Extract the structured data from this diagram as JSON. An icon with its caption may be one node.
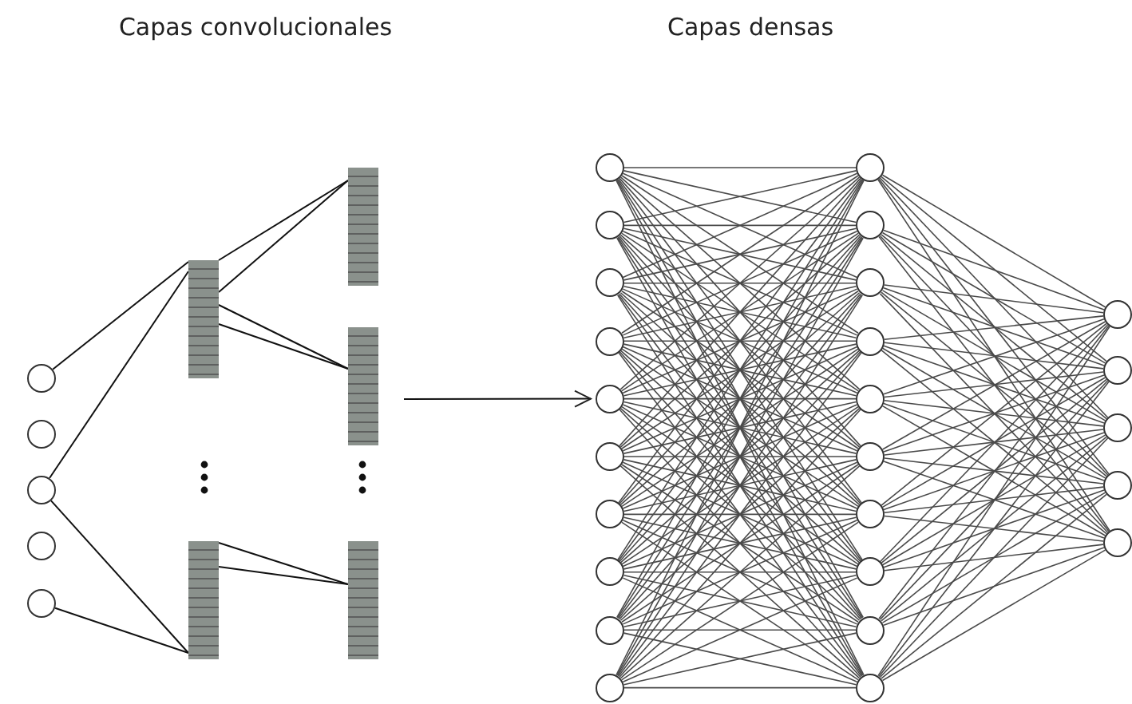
{
  "diagram": {
    "nodes": [
      {
        "text": [],
        "shape": "circle"
      },
      {
        "text": [],
        "shape": "circle"
      },
      {
        "text": [],
        "shape": "circle"
      },
      {
        "text": [],
        "shape": "circle"
      },
      {
        "text": [],
        "shape": "circle"
      },
      {
        "text": [],
        "shape": "bar"
      },
      {
        "text": [],
        "shape": "bar"
      },
      {
        "text": [],
        "shape": "bar"
      },
      {
        "text": [],
        "shape": "bar"
      },
      {
        "text": [],
        "shape": "bar"
      },
      {
        "text": [],
        "shape": "circle"
      },
      {
        "text": [],
        "shape": "circle"
      },
      {
        "text": [],
        "shape": "circle"
      },
      {
        "text": [],
        "shape": "circle"
      },
      {
        "text": [],
        "shape": "circle"
      },
      {
        "text": [],
        "shape": "circle"
      },
      {
        "text": [],
        "shape": "circle"
      },
      {
        "text": [],
        "shape": "circle"
      },
      {
        "text": [],
        "shape": "circle"
      },
      {
        "text": [],
        "shape": "circle"
      },
      {
        "text": [],
        "shape": "circle"
      },
      {
        "text": [],
        "shape": "circle"
      },
      {
        "text": [],
        "shape": "circle"
      },
      {
        "text": [],
        "shape": "circle"
      },
      {
        "text": [],
        "shape": "circle"
      },
      {
        "text": [],
        "shape": "circle"
      },
      {
        "text": [],
        "shape": "circle"
      },
      {
        "text": [],
        "shape": "circle"
      },
      {
        "text": [],
        "shape": "circle"
      },
      {
        "text": [],
        "shape": "circle"
      },
      {
        "text": [],
        "shape": "circle"
      },
      {
        "text": [],
        "shape": "circle"
      },
      {
        "text": [],
        "shape": "circle"
      },
      {
        "text": [],
        "shape": "circle"
      },
      {
        "text": [],
        "shape": "circle"
      }
    ],
    "edges": [
      {
        "from": 0,
        "to": 5,
        "arrow": "none"
      },
      {
        "from": 2,
        "to": 5,
        "arrow": "none"
      },
      {
        "from": 2,
        "to": 6,
        "arrow": "none"
      },
      {
        "from": 4,
        "to": 6,
        "arrow": "none"
      },
      {
        "from": 5,
        "to": 7,
        "arrow": "none"
      },
      {
        "from": 5,
        "to": 7,
        "arrow": "none"
      },
      {
        "from": 5,
        "to": 8,
        "arrow": "none"
      },
      {
        "from": 5,
        "to": 8,
        "arrow": "none"
      },
      {
        "from": 6,
        "to": 9,
        "arrow": "none"
      },
      {
        "from": 6,
        "to": 9,
        "arrow": "none"
      },
      {
        "from": 10,
        "to": 20,
        "arrow": "none"
      },
      {
        "from": 10,
        "to": 21,
        "arrow": "none"
      },
      {
        "from": 10,
        "to": 22,
        "arrow": "none"
      },
      {
        "from": 10,
        "to": 23,
        "arrow": "none"
      },
      {
        "from": 10,
        "to": 24,
        "arrow": "none"
      },
      {
        "from": 10,
        "to": 25,
        "arrow": "none"
      },
      {
        "from": 10,
        "to": 26,
        "arrow": "none"
      },
      {
        "from": 10,
        "to": 27,
        "arrow": "none"
      },
      {
        "from": 10,
        "to": 28,
        "arrow": "none"
      },
      {
        "from": 10,
        "to": 29,
        "arrow": "none"
      },
      {
        "from": 11,
        "to": 20,
        "arrow": "none"
      },
      {
        "from": 11,
        "to": 21,
        "arrow": "none"
      },
      {
        "from": 11,
        "to": 22,
        "arrow": "none"
      },
      {
        "from": 11,
        "to": 23,
        "arrow": "none"
      },
      {
        "from": 11,
        "to": 24,
        "arrow": "none"
      },
      {
        "from": 11,
        "to": 25,
        "arrow": "none"
      },
      {
        "from": 11,
        "to": 26,
        "arrow": "none"
      },
      {
        "from": 11,
        "to": 27,
        "arrow": "none"
      },
      {
        "from": 11,
        "to": 28,
        "arrow": "none"
      },
      {
        "from": 11,
        "to": 29,
        "arrow": "none"
      },
      {
        "from": 12,
        "to": 20,
        "arrow": "none"
      },
      {
        "from": 12,
        "to": 21,
        "arrow": "none"
      },
      {
        "from": 12,
        "to": 22,
        "arrow": "none"
      },
      {
        "from": 12,
        "to": 23,
        "arrow": "none"
      },
      {
        "from": 12,
        "to": 24,
        "arrow": "none"
      },
      {
        "from": 12,
        "to": 25,
        "arrow": "none"
      },
      {
        "from": 12,
        "to": 26,
        "arrow": "none"
      },
      {
        "from": 12,
        "to": 27,
        "arrow": "none"
      },
      {
        "from": 12,
        "to": 28,
        "arrow": "none"
      },
      {
        "from": 12,
        "to": 29,
        "arrow": "none"
      },
      {
        "from": 13,
        "to": 20,
        "arrow": "none"
      },
      {
        "from": 13,
        "to": 21,
        "arrow": "none"
      },
      {
        "from": 13,
        "to": 22,
        "arrow": "none"
      },
      {
        "from": 13,
        "to": 23,
        "arrow": "none"
      },
      {
        "from": 13,
        "to": 24,
        "arrow": "none"
      },
      {
        "from": 13,
        "to": 25,
        "arrow": "none"
      },
      {
        "from": 13,
        "to": 26,
        "arrow": "none"
      },
      {
        "from": 13,
        "to": 27,
        "arrow": "none"
      },
      {
        "from": 13,
        "to": 28,
        "arrow": "none"
      },
      {
        "from": 13,
        "to": 29,
        "arrow": "none"
      },
      {
        "from": 14,
        "to": 20,
        "arrow": "none"
      },
      {
        "from": 14,
        "to": 21,
        "arrow": "none"
      },
      {
        "from": 14,
        "to": 22,
        "arrow": "none"
      },
      {
        "from": 14,
        "to": 23,
        "arrow": "none"
      },
      {
        "from": 14,
        "to": 24,
        "arrow": "none"
      },
      {
        "from": 14,
        "to": 25,
        "arrow": "none"
      },
      {
        "from": 14,
        "to": 26,
        "arrow": "none"
      },
      {
        "from": 14,
        "to": 27,
        "arrow": "none"
      },
      {
        "from": 14,
        "to": 28,
        "arrow": "none"
      },
      {
        "from": 14,
        "to": 29,
        "arrow": "none"
      },
      {
        "from": 15,
        "to": 20,
        "arrow": "none"
      },
      {
        "from": 15,
        "to": 21,
        "arrow": "none"
      },
      {
        "from": 15,
        "to": 22,
        "arrow": "none"
      },
      {
        "from": 15,
        "to": 23,
        "arrow": "none"
      },
      {
        "from": 15,
        "to": 24,
        "arrow": "none"
      },
      {
        "from": 15,
        "to": 25,
        "arrow": "none"
      },
      {
        "from": 15,
        "to": 26,
        "arrow": "none"
      },
      {
        "from": 15,
        "to": 27,
        "arrow": "none"
      },
      {
        "from": 15,
        "to": 28,
        "arrow": "none"
      },
      {
        "from": 15,
        "to": 29,
        "arrow": "none"
      },
      {
        "from": 16,
        "to": 20,
        "arrow": "none"
      },
      {
        "from": 16,
        "to": 21,
        "arrow": "none"
      },
      {
        "from": 16,
        "to": 22,
        "arrow": "none"
      },
      {
        "from": 16,
        "to": 23,
        "arrow": "none"
      },
      {
        "from": 16,
        "to": 24,
        "arrow": "none"
      },
      {
        "from": 16,
        "to": 25,
        "arrow": "none"
      },
      {
        "from": 16,
        "to": 26,
        "arrow": "none"
      },
      {
        "from": 16,
        "to": 27,
        "arrow": "none"
      },
      {
        "from": 16,
        "to": 28,
        "arrow": "none"
      },
      {
        "from": 16,
        "to": 29,
        "arrow": "none"
      },
      {
        "from": 17,
        "to": 20,
        "arrow": "none"
      },
      {
        "from": 17,
        "to": 21,
        "arrow": "none"
      },
      {
        "from": 17,
        "to": 22,
        "arrow": "none"
      },
      {
        "from": 17,
        "to": 23,
        "arrow": "none"
      },
      {
        "from": 17,
        "to": 24,
        "arrow": "none"
      },
      {
        "from": 17,
        "to": 25,
        "arrow": "none"
      },
      {
        "from": 17,
        "to": 26,
        "arrow": "none"
      },
      {
        "from": 17,
        "to": 27,
        "arrow": "none"
      },
      {
        "from": 17,
        "to": 28,
        "arrow": "none"
      },
      {
        "from": 17,
        "to": 29,
        "arrow": "none"
      },
      {
        "from": 18,
        "to": 20,
        "arrow": "none"
      },
      {
        "from": 18,
        "to": 21,
        "arrow": "none"
      },
      {
        "from": 18,
        "to": 22,
        "arrow": "none"
      },
      {
        "from": 18,
        "to": 23,
        "arrow": "none"
      },
      {
        "from": 18,
        "to": 24,
        "arrow": "none"
      },
      {
        "from": 18,
        "to": 25,
        "arrow": "none"
      },
      {
        "from": 18,
        "to": 26,
        "arrow": "none"
      },
      {
        "from": 18,
        "to": 27,
        "arrow": "none"
      },
      {
        "from": 18,
        "to": 28,
        "arrow": "none"
      },
      {
        "from": 18,
        "to": 29,
        "arrow": "none"
      },
      {
        "from": 19,
        "to": 20,
        "arrow": "none"
      },
      {
        "from": 19,
        "to": 21,
        "arrow": "none"
      },
      {
        "from": 19,
        "to": 22,
        "arrow": "none"
      },
      {
        "from": 19,
        "to": 23,
        "arrow": "none"
      },
      {
        "from": 19,
        "to": 24,
        "arrow": "none"
      },
      {
        "from": 19,
        "to": 25,
        "arrow": "none"
      },
      {
        "from": 19,
        "to": 26,
        "arrow": "none"
      },
      {
        "from": 19,
        "to": 27,
        "arrow": "none"
      },
      {
        "from": 19,
        "to": 28,
        "arrow": "none"
      },
      {
        "from": 19,
        "to": 29,
        "arrow": "none"
      },
      {
        "from": 20,
        "to": 30,
        "arrow": "none"
      },
      {
        "from": 20,
        "to": 31,
        "arrow": "none"
      },
      {
        "from": 20,
        "to": 32,
        "arrow": "none"
      },
      {
        "from": 20,
        "to": 33,
        "arrow": "none"
      },
      {
        "from": 20,
        "to": 34,
        "arrow": "none"
      },
      {
        "from": 21,
        "to": 30,
        "arrow": "none"
      },
      {
        "from": 21,
        "to": 31,
        "arrow": "none"
      },
      {
        "from": 21,
        "to": 32,
        "arrow": "none"
      },
      {
        "from": 21,
        "to": 33,
        "arrow": "none"
      },
      {
        "from": 21,
        "to": 34,
        "arrow": "none"
      },
      {
        "from": 22,
        "to": 30,
        "arrow": "none"
      },
      {
        "from": 22,
        "to": 31,
        "arrow": "none"
      },
      {
        "from": 22,
        "to": 32,
        "arrow": "none"
      },
      {
        "from": 22,
        "to": 33,
        "arrow": "none"
      },
      {
        "from": 22,
        "to": 34,
        "arrow": "none"
      },
      {
        "from": 23,
        "to": 30,
        "arrow": "none"
      },
      {
        "from": 23,
        "to": 31,
        "arrow": "none"
      },
      {
        "from": 23,
        "to": 32,
        "arrow": "none"
      },
      {
        "from": 23,
        "to": 33,
        "arrow": "none"
      },
      {
        "from": 23,
        "to": 34,
        "arrow": "none"
      },
      {
        "from": 24,
        "to": 30,
        "arrow": "none"
      },
      {
        "from": 24,
        "to": 31,
        "arrow": "none"
      },
      {
        "from": 24,
        "to": 32,
        "arrow": "none"
      },
      {
        "from": 24,
        "to": 33,
        "arrow": "none"
      },
      {
        "from": 24,
        "to": 34,
        "arrow": "none"
      },
      {
        "from": 25,
        "to": 30,
        "arrow": "none"
      },
      {
        "from": 25,
        "to": 31,
        "arrow": "none"
      },
      {
        "from": 25,
        "to": 32,
        "arrow": "none"
      },
      {
        "from": 25,
        "to": 33,
        "arrow": "none"
      },
      {
        "from": 25,
        "to": 34,
        "arrow": "none"
      },
      {
        "from": 26,
        "to": 30,
        "arrow": "none"
      },
      {
        "from": 26,
        "to": 31,
        "arrow": "none"
      },
      {
        "from": 26,
        "to": 32,
        "arrow": "none"
      },
      {
        "from": 26,
        "to": 33,
        "arrow": "none"
      },
      {
        "from": 26,
        "to": 34,
        "arrow": "none"
      },
      {
        "from": 27,
        "to": 30,
        "arrow": "none"
      },
      {
        "from": 27,
        "to": 31,
        "arrow": "none"
      },
      {
        "from": 27,
        "to": 32,
        "arrow": "none"
      },
      {
        "from": 27,
        "to": 33,
        "arrow": "none"
      },
      {
        "from": 27,
        "to": 34,
        "arrow": "none"
      },
      {
        "from": 28,
        "to": 30,
        "arrow": "none"
      },
      {
        "from": 28,
        "to": 31,
        "arrow": "none"
      },
      {
        "from": 28,
        "to": 32,
        "arrow": "none"
      },
      {
        "from": 28,
        "to": 33,
        "arrow": "none"
      },
      {
        "from": 28,
        "to": 34,
        "arrow": "none"
      },
      {
        "from": 29,
        "to": 30,
        "arrow": "none"
      },
      {
        "from": 29,
        "to": 31,
        "arrow": "none"
      },
      {
        "from": 29,
        "to": 32,
        "arrow": "none"
      },
      {
        "from": 29,
        "to": 33,
        "arrow": "none"
      },
      {
        "from": 29,
        "to": 34,
        "arrow": "none"
      },
      {
        "from": null,
        "to": 14,
        "arrow": "to"
      }
    ],
    "labels": [
      "Capas convolucionales",
      "Capas densas"
    ]
  }
}
